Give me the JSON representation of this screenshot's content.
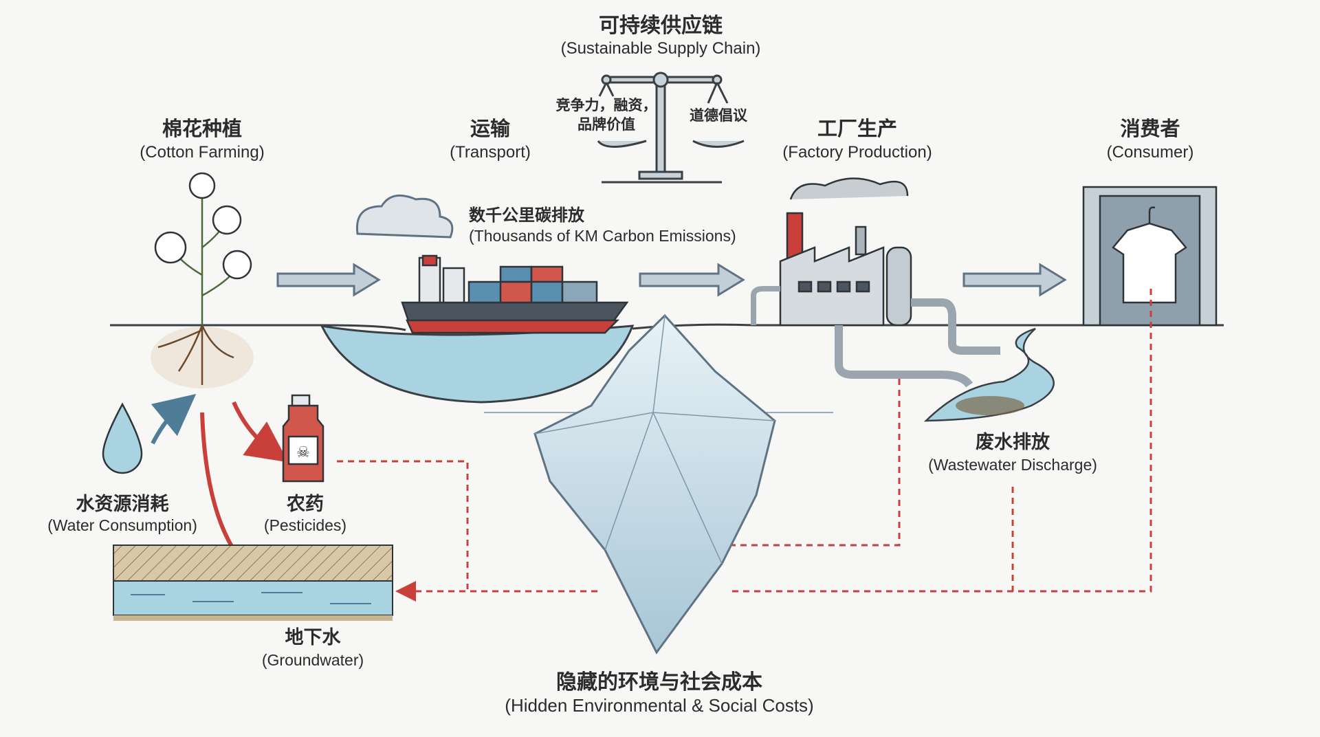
{
  "title": {
    "zh": "可持续供应链",
    "en": "(Sustainable Supply Chain)"
  },
  "scale": {
    "left_line1": "竞争力，融资，",
    "left_line2": "品牌价值",
    "right": "道德倡议"
  },
  "stages": [
    {
      "zh": "棉花种植",
      "en": "(Cotton Farming)"
    },
    {
      "zh": "运输",
      "en": "(Transport)"
    },
    {
      "zh": "工厂生产",
      "en": "(Factory Production)"
    },
    {
      "zh": "消费者",
      "en": "(Consumer)"
    }
  ],
  "carbon": {
    "zh": "数千公里碳排放",
    "en": "(Thousands of KM Carbon Emissions)"
  },
  "water": {
    "zh": "水资源消耗",
    "en": "(Water Consumption)"
  },
  "pesticides": {
    "zh": "农药",
    "en": "(Pesticides)"
  },
  "wastewater": {
    "zh": "废水排放",
    "en": "(Wastewater Discharge)"
  },
  "groundwater": {
    "zh": "地下水",
    "en": "(Groundwater)"
  },
  "hidden": {
    "zh": "隐藏的环境与社会成本",
    "en": "(Hidden Environmental & Social Costs)"
  },
  "colors": {
    "accent_red": "#c9403a",
    "steel": "#5f7384",
    "water": "#a9d3e0",
    "ice": "#cfe3ee"
  }
}
